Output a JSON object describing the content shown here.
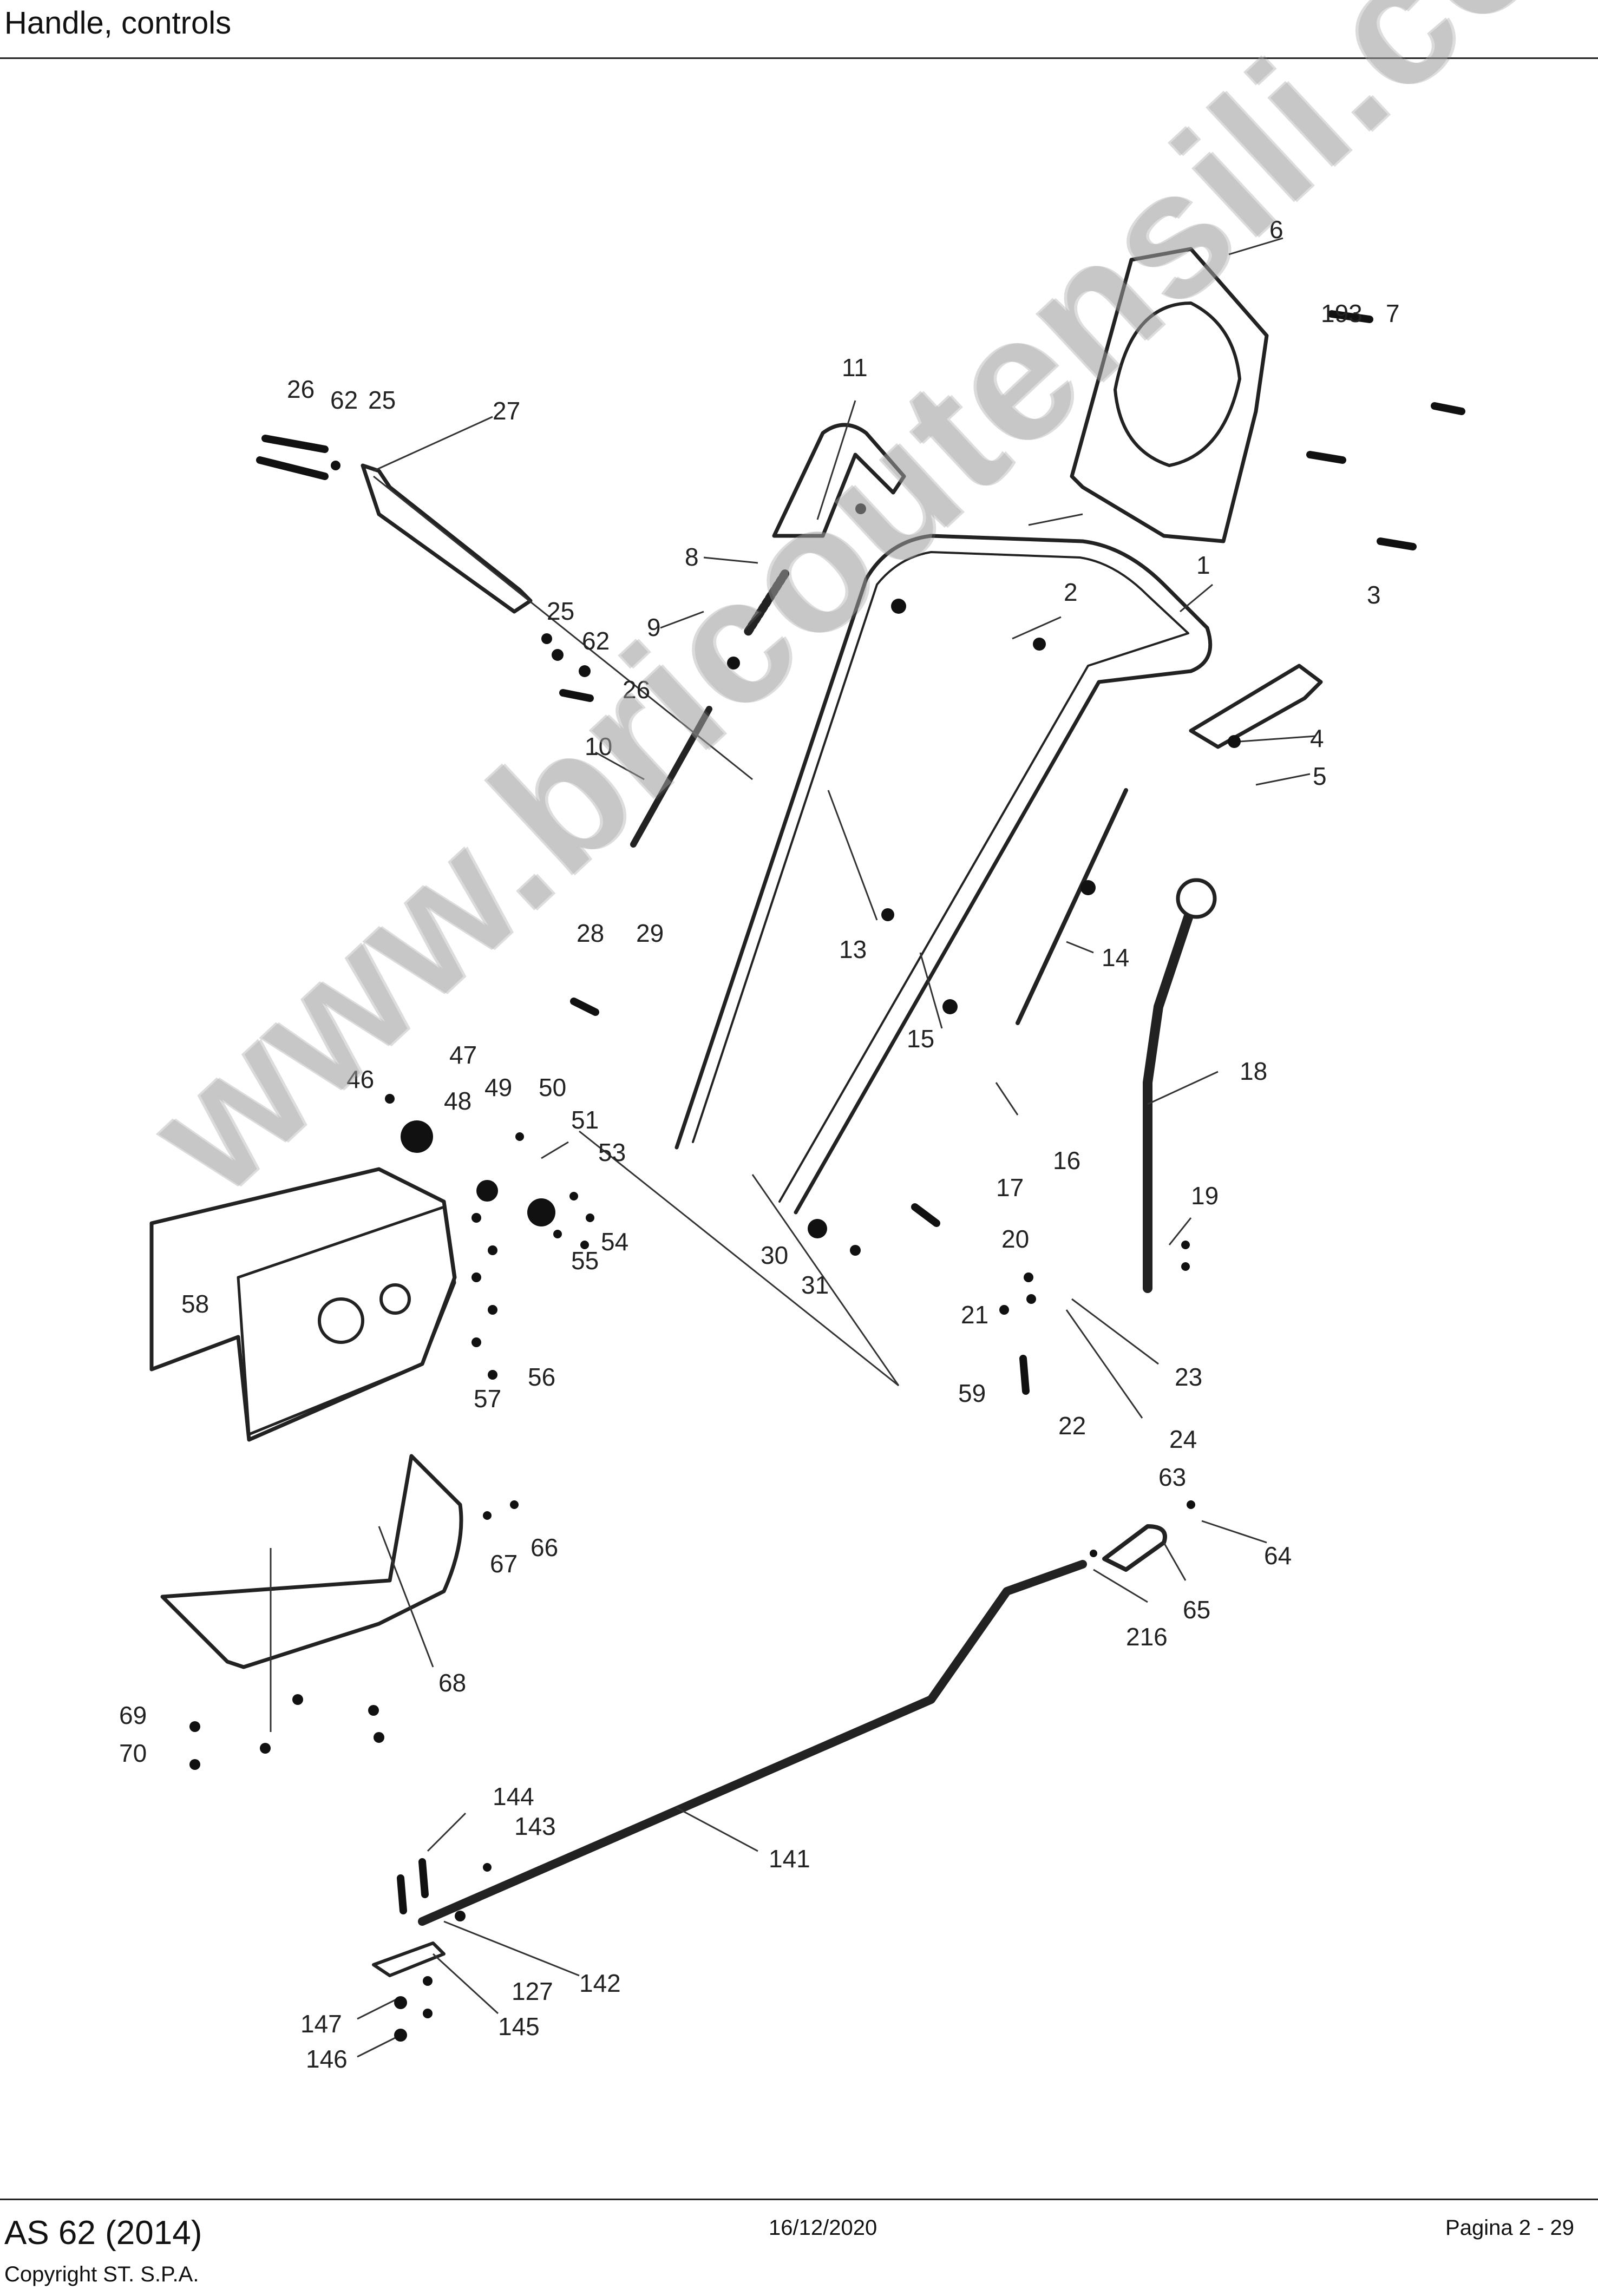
{
  "header": {
    "title": "Handle, controls"
  },
  "footer": {
    "model": "AS 62 (2014)",
    "copyright": "Copyright ST. S.P.A.",
    "date": "16/12/2020",
    "page": "Pagina 2 - 29"
  },
  "watermark": "www.bricoutensili.com",
  "callouts": [
    "1",
    "2",
    "3",
    "4",
    "5",
    "6",
    "7",
    "193",
    "8",
    "9",
    "10",
    "11",
    "13",
    "14",
    "15",
    "16",
    "17",
    "18",
    "19",
    "20",
    "21",
    "22",
    "23",
    "24",
    "25",
    "62",
    "26",
    "27",
    "28",
    "29",
    "30",
    "31",
    "46",
    "47",
    "48",
    "49",
    "50",
    "51",
    "53",
    "54",
    "55",
    "56",
    "57",
    "58",
    "59",
    "63",
    "64",
    "65",
    "216",
    "66",
    "67",
    "68",
    "69",
    "70",
    "141",
    "142",
    "143",
    "144",
    "145",
    "127",
    "146",
    "147"
  ]
}
